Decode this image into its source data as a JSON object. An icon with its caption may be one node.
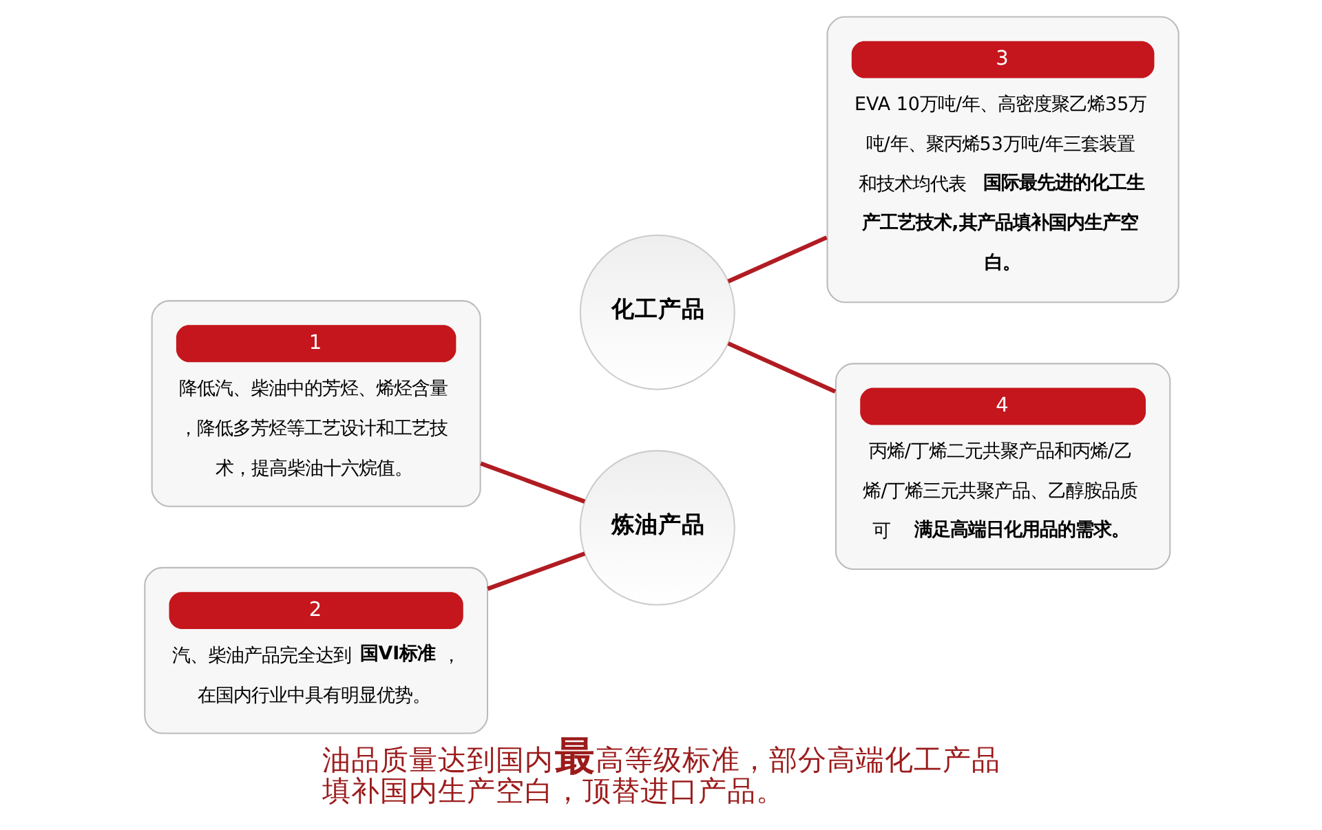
{
  "diagram": {
    "caption": "油品质量达到国内**最**高等级标准，部分高端化工产品填补国内生产空白，顶替进口产品。",
    "nodes": [
      {
        "text": [
          "1",
          "降低汽、柴油中的芳烃、烯烃含量，降低多芳烃等工艺设计和工艺技术，提高柴油十六烷值。"
        ]
      },
      {
        "text": [
          "炼油产品"
        ]
      },
      {
        "text": [
          "化工产品"
        ]
      },
      {
        "text": [
          "3",
          "EVA 10万吨/年、高密度聚乙烯35万吨/年、聚丙烯53万吨/年三套装置和技术均代表**国际最先进的化工生产工艺技术,其产品填补国内生产空白。**"
        ]
      },
      {
        "text": [
          "2",
          "汽、柴油产品完全达到**国VI标准**，在国内行业中具有明显优势。"
        ]
      },
      {
        "text": [
          "4",
          "丙烯/丁烯二元共聚产品和丙烯/乙烯/丁烯三元共聚产品、乙醇胺品质可**满足高端日化用品的需求。**"
        ]
      }
    ],
    "edges": [
      {
        "from": 0,
        "to": 1,
        "arrow": "none"
      },
      {
        "from": 4,
        "to": 1,
        "arrow": "none"
      },
      {
        "from": 2,
        "to": 3,
        "arrow": "none"
      },
      {
        "from": 2,
        "to": 5,
        "arrow": "none"
      }
    ]
  }
}
